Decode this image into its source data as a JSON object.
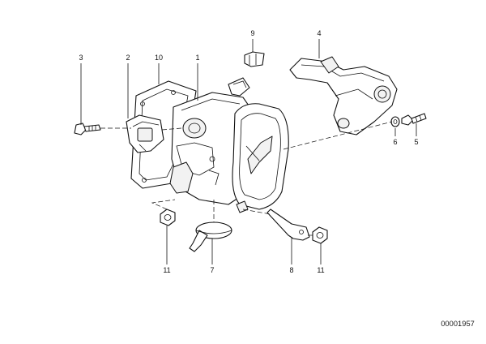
{
  "diagram": {
    "callouts": [
      {
        "id": "c3",
        "label": "3"
      },
      {
        "id": "c2",
        "label": "2"
      },
      {
        "id": "c10",
        "label": "10"
      },
      {
        "id": "c1",
        "label": "1"
      },
      {
        "id": "c9",
        "label": "9"
      },
      {
        "id": "c4",
        "label": "4"
      },
      {
        "id": "c6",
        "label": "6"
      },
      {
        "id": "c5",
        "label": "5"
      },
      {
        "id": "c11a",
        "label": "11"
      },
      {
        "id": "c7",
        "label": "7"
      },
      {
        "id": "c8",
        "label": "8"
      },
      {
        "id": "c11b",
        "label": "11"
      }
    ],
    "reference_number": "00001957"
  }
}
